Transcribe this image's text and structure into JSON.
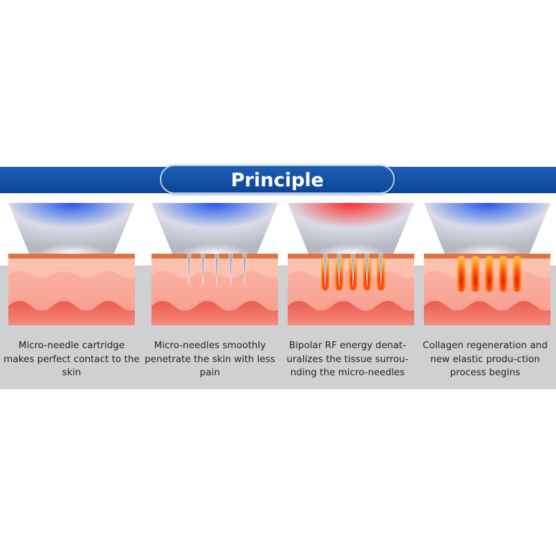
{
  "title": "Principle",
  "steps": [
    {
      "caption": "Micro-needle cartridge makes perfect contact to the skin",
      "applicator": "blue",
      "needles": 0,
      "heat": "none"
    },
    {
      "caption": "Micro-needles smoothly penetrate the skin with less pain",
      "applicator": "blue",
      "needles": 5,
      "heat": "none"
    },
    {
      "caption": "Bipolar RF energy denat-uralizes the tissue surrou-nding the micro-needles",
      "applicator": "red",
      "needles": 5,
      "heat": "needles"
    },
    {
      "caption": "Collagen regeneration and new elastic produ-ction process begins",
      "applicator": "blue",
      "needles": 5,
      "heat": "columns"
    }
  ],
  "colors": {
    "blue": "#2255ee",
    "red": "#ff2a2a",
    "band": "#0c479c"
  }
}
